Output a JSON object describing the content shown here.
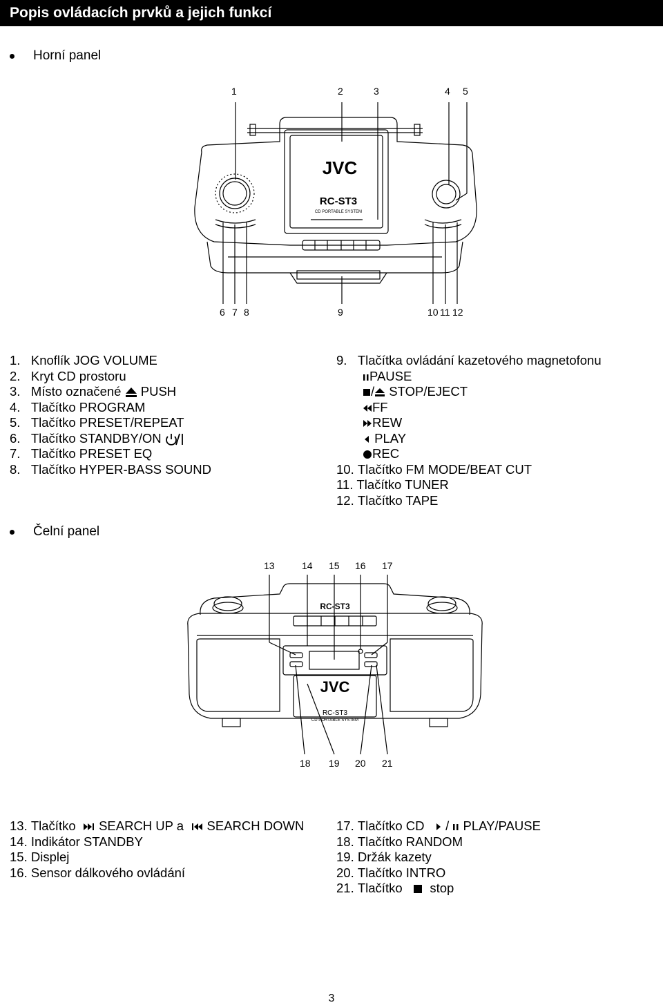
{
  "header": {
    "title": "Popis ovládacích prvků a jejich funkcí"
  },
  "top_panel": {
    "heading": "Horní panel",
    "callouts_top": [
      "1",
      "2",
      "3",
      "4",
      "5"
    ],
    "callouts_bottom": [
      "6",
      "7",
      "8",
      "9",
      "10",
      "11",
      "12"
    ],
    "device": {
      "brand": "JVC",
      "model": "RC-ST3",
      "subtitle": "CD PORTABLE SYSTEM"
    },
    "items_left": [
      {
        "n": "1.",
        "t": "Knoflík JOG VOLUME"
      },
      {
        "n": "2.",
        "t": "Kryt CD prostoru"
      },
      {
        "n": "3.",
        "t": "Místo označené",
        "t2": "PUSH"
      },
      {
        "n": "4.",
        "t": "Tlačítko PROGRAM"
      },
      {
        "n": "5.",
        "t": "Tlačítko PRESET/REPEAT"
      },
      {
        "n": "6.",
        "t": "Tlačítko STANDBY/ON"
      },
      {
        "n": "7.",
        "t": "Tlačítko PRESET EQ"
      },
      {
        "n": "8.",
        "t": "Tlačítko HYPER-BASS SOUND"
      }
    ],
    "items_right": {
      "n9": "9.",
      "t9": "Tlačítka ovládání kazetového magnetofonu",
      "subs": [
        "PAUSE",
        "/",
        "STOP/EJECT",
        "FF",
        "REW",
        "PLAY",
        "REC"
      ],
      "more": [
        {
          "n": "10.",
          "t": "Tlačítko FM MODE/BEAT CUT"
        },
        {
          "n": "11.",
          "t": "Tlačítko TUNER"
        },
        {
          "n": "12.",
          "t": "Tlačítko TAPE"
        }
      ]
    }
  },
  "front_panel": {
    "heading": "Čelní panel",
    "callouts_top": [
      "13",
      "14",
      "15",
      "16",
      "17"
    ],
    "callouts_bottom": [
      "18",
      "19",
      "20",
      "21"
    ],
    "device": {
      "brand": "JVC",
      "model": "RC-ST3",
      "subtitle": "CD PORTABLE SYSTEM"
    },
    "items_left": [
      {
        "n": "13.",
        "t": "Tlačítko",
        "t2": "SEARCH UP a",
        "t3": "SEARCH DOWN"
      },
      {
        "n": "14.",
        "t": "Indikátor STANDBY"
      },
      {
        "n": "15.",
        "t": "Displej"
      },
      {
        "n": "16.",
        "t": "Sensor dálkového ovládání"
      }
    ],
    "items_right": [
      {
        "n": "17.",
        "t": "Tlačítko CD",
        "t2": "/",
        "t3": "PLAY/PAUSE"
      },
      {
        "n": "18.",
        "t": "Tlačítko RANDOM"
      },
      {
        "n": "19.",
        "t": "Držák kazety"
      },
      {
        "n": "20.",
        "t": "Tlačítko INTRO"
      },
      {
        "n": "21.",
        "t": "Tlačítko",
        "t2": "stop"
      }
    ]
  },
  "page_number": "3"
}
